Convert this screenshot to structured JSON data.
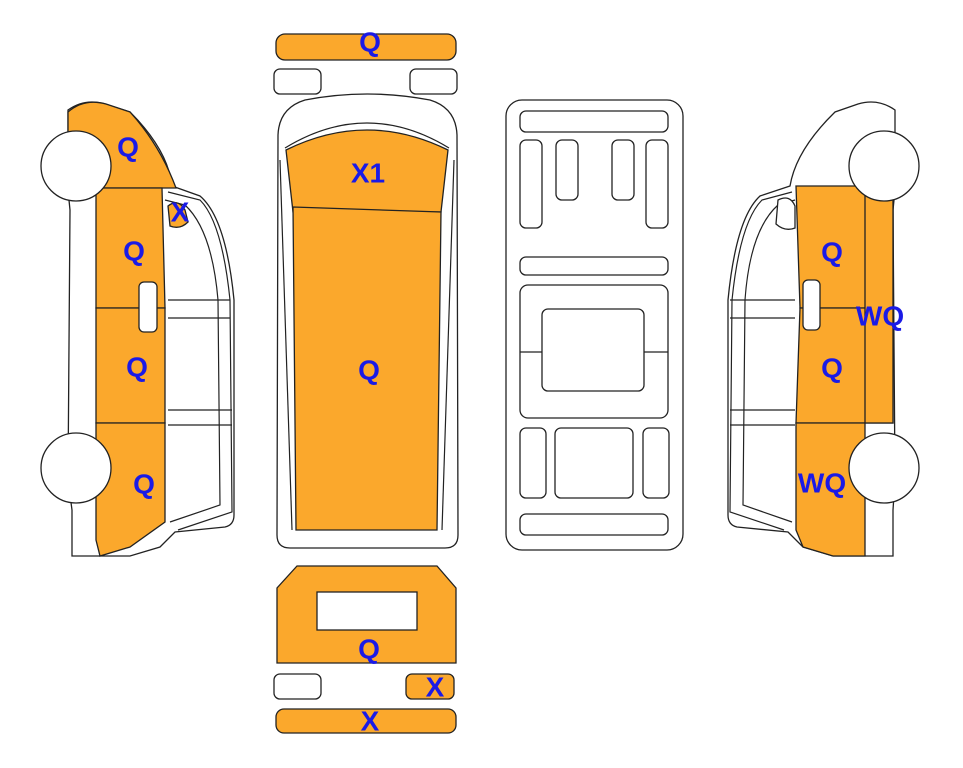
{
  "colors": {
    "damaged": "#FBA82C",
    "panel": "#FFFFFF",
    "outline": "#222222",
    "label": "#1A1AE6"
  },
  "diagram": {
    "front_bumper": {
      "label": "Q",
      "damaged": true
    },
    "front_lamp_left": {
      "damaged": false
    },
    "front_lamp_right": {
      "damaged": false
    },
    "hood": {
      "label": "X1",
      "damaged": true
    },
    "roof": {
      "label": "Q",
      "damaged": true
    },
    "rear_door": {
      "label": "Q",
      "damaged": true
    },
    "rear_lamp_left": {
      "damaged": false
    },
    "rear_lamp_right": {
      "label": "X",
      "damaged": true
    },
    "rear_bumper": {
      "label": "X",
      "damaged": true
    },
    "left_side": {
      "front_fender": {
        "label": "Q",
        "damaged": true
      },
      "mirror": {
        "label": "X",
        "damaged": true
      },
      "front_door": {
        "label": "Q",
        "damaged": true
      },
      "sliding_door": {
        "label": "Q",
        "damaged": true
      },
      "rear_quarter": {
        "label": "Q",
        "damaged": true
      }
    },
    "right_side": {
      "front_door": {
        "label": "Q",
        "damaged": true
      },
      "rocker": {
        "label": "WQ",
        "damaged": true
      },
      "middle_panel": {
        "label": "Q",
        "damaged": true
      },
      "rear_quarter": {
        "label": "WQ",
        "damaged": true
      }
    }
  }
}
